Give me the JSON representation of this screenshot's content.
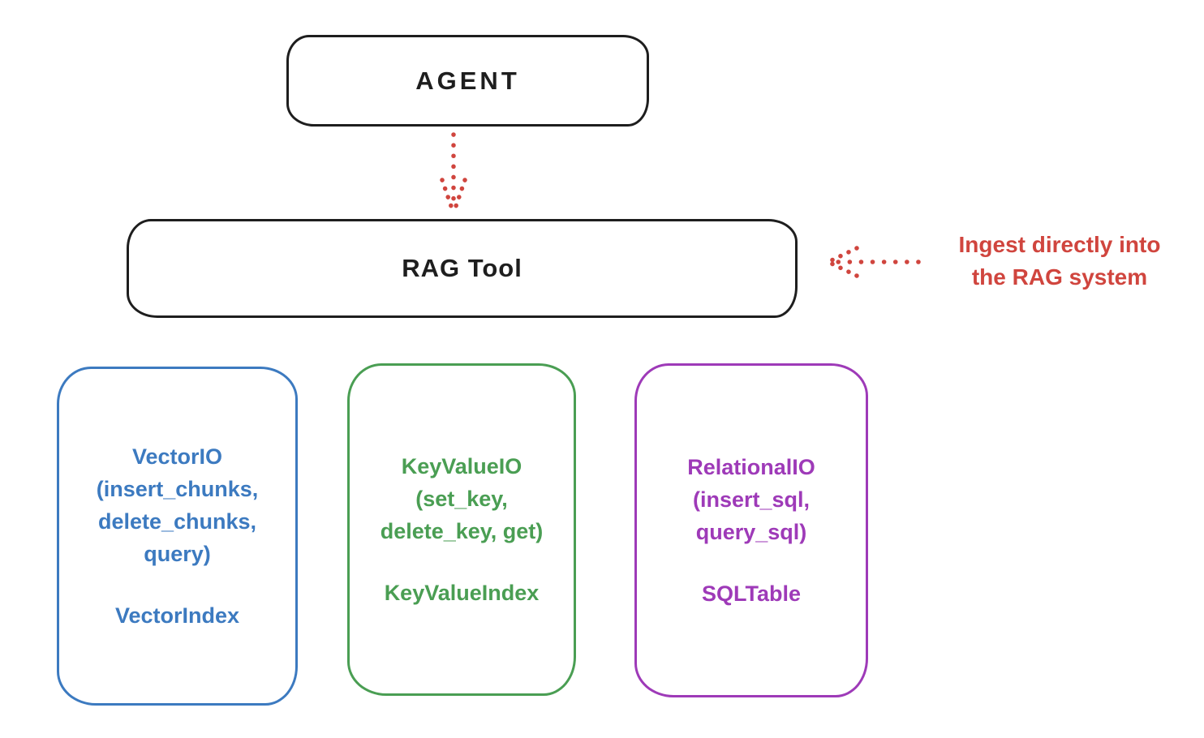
{
  "diagram": {
    "background_color": "#ffffff",
    "stroke_color_black": "#1e1e1e",
    "accent_red": "#d0453e",
    "agent": {
      "label": "AGENT",
      "color": "#1e1e1e"
    },
    "rag_tool": {
      "label": "RAG Tool",
      "color": "#1e1e1e"
    },
    "ingest_annotation": {
      "line1": "Ingest directly into",
      "line2": "the RAG system",
      "color": "#d0453e"
    },
    "arrows": [
      {
        "name": "agent-to-rag",
        "from": "AGENT",
        "to": "RAG Tool",
        "style": "dotted",
        "direction": "down",
        "color": "#d0453e"
      },
      {
        "name": "ingest-annotation-to-rag",
        "from": "Ingest directly into the RAG system",
        "to": "RAG Tool",
        "style": "dotted",
        "direction": "left",
        "color": "#d0453e"
      }
    ],
    "io_boxes": [
      {
        "name": "VectorIO",
        "lines": [
          "VectorIO",
          "(insert_chunks,",
          "delete_chunks,",
          "query)"
        ],
        "index_label": "VectorIndex",
        "color": "#3c7ac0"
      },
      {
        "name": "KeyValueIO",
        "lines": [
          "KeyValueIO",
          "(set_key,",
          "delete_key, get)"
        ],
        "index_label": "KeyValueIndex",
        "color": "#4a9e53"
      },
      {
        "name": "RelationalIO",
        "lines": [
          "RelationalIO",
          "(insert_sql,",
          "query_sql)"
        ],
        "index_label": "SQLTable",
        "color": "#9e3ab8"
      }
    ]
  }
}
